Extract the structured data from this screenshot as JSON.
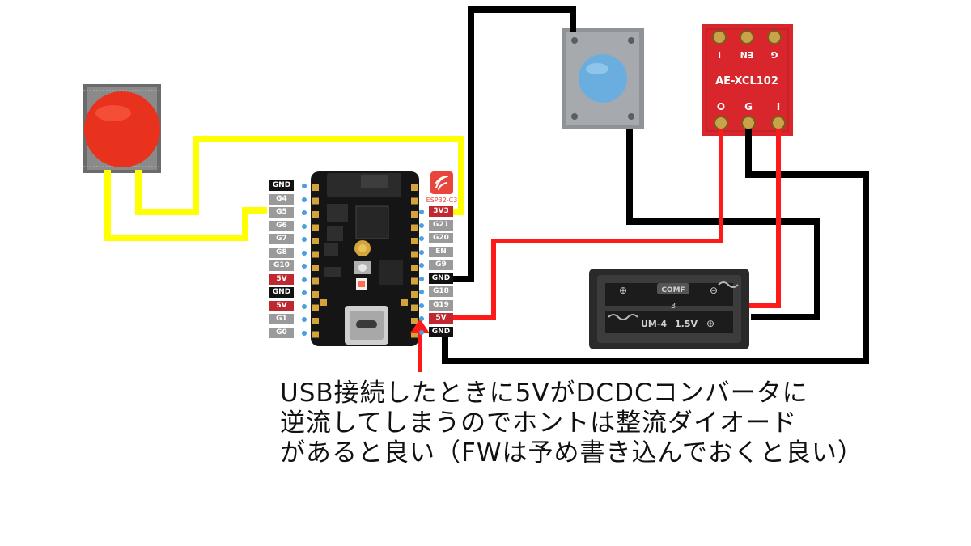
{
  "board": {
    "brand_icon": "espressif-logo-icon",
    "model_label": "ESP32-C3",
    "left_pins": [
      {
        "label": "GND",
        "style": "black"
      },
      {
        "label": "G4",
        "style": "gray"
      },
      {
        "label": "G5",
        "style": "gray"
      },
      {
        "label": "G6",
        "style": "gray"
      },
      {
        "label": "G7",
        "style": "gray"
      },
      {
        "label": "G8",
        "style": "gray"
      },
      {
        "label": "G10",
        "style": "gray"
      },
      {
        "label": "5V",
        "style": "red"
      },
      {
        "label": "GND",
        "style": "black"
      },
      {
        "label": "5V",
        "style": "red"
      },
      {
        "label": "G1",
        "style": "gray"
      },
      {
        "label": "G0",
        "style": "gray"
      }
    ],
    "right_pins": [
      {
        "label": "3V3",
        "style": "red"
      },
      {
        "label": "G21",
        "style": "gray"
      },
      {
        "label": "G20",
        "style": "gray"
      },
      {
        "label": "EN",
        "style": "gray"
      },
      {
        "label": "G9",
        "style": "gray"
      },
      {
        "label": "GND",
        "style": "black"
      },
      {
        "label": "G18",
        "style": "gray"
      },
      {
        "label": "G19",
        "style": "gray"
      },
      {
        "label": "5V",
        "style": "red"
      },
      {
        "label": "GND",
        "style": "black"
      }
    ]
  },
  "dcdc_module": {
    "name": "AE-XCL102",
    "top_pins": [
      "I",
      "EN",
      "G"
    ],
    "bottom_pins": [
      "O",
      "G",
      "I"
    ]
  },
  "battery_holder": {
    "model": "UM-4",
    "voltage": "1.5V",
    "slot_number": "3",
    "brand": "COMF",
    "plus_sign": "⊕",
    "minus_sign": "⊖"
  },
  "wire_colors": {
    "signal": "#ffff00",
    "power": "#ff1a1a",
    "ground": "#000000"
  },
  "components": {
    "red_button_color": "#e8321e",
    "blue_button_color": "#6aaee0",
    "arrow_color": "#ff1a1a"
  },
  "note": {
    "lines": [
      "USB接続したときに5VがDCDCコンバータに",
      "逆流してしまうのでホントは整流ダイオード",
      "があると良い（FWは予め書き込んでおくと良い）"
    ]
  }
}
